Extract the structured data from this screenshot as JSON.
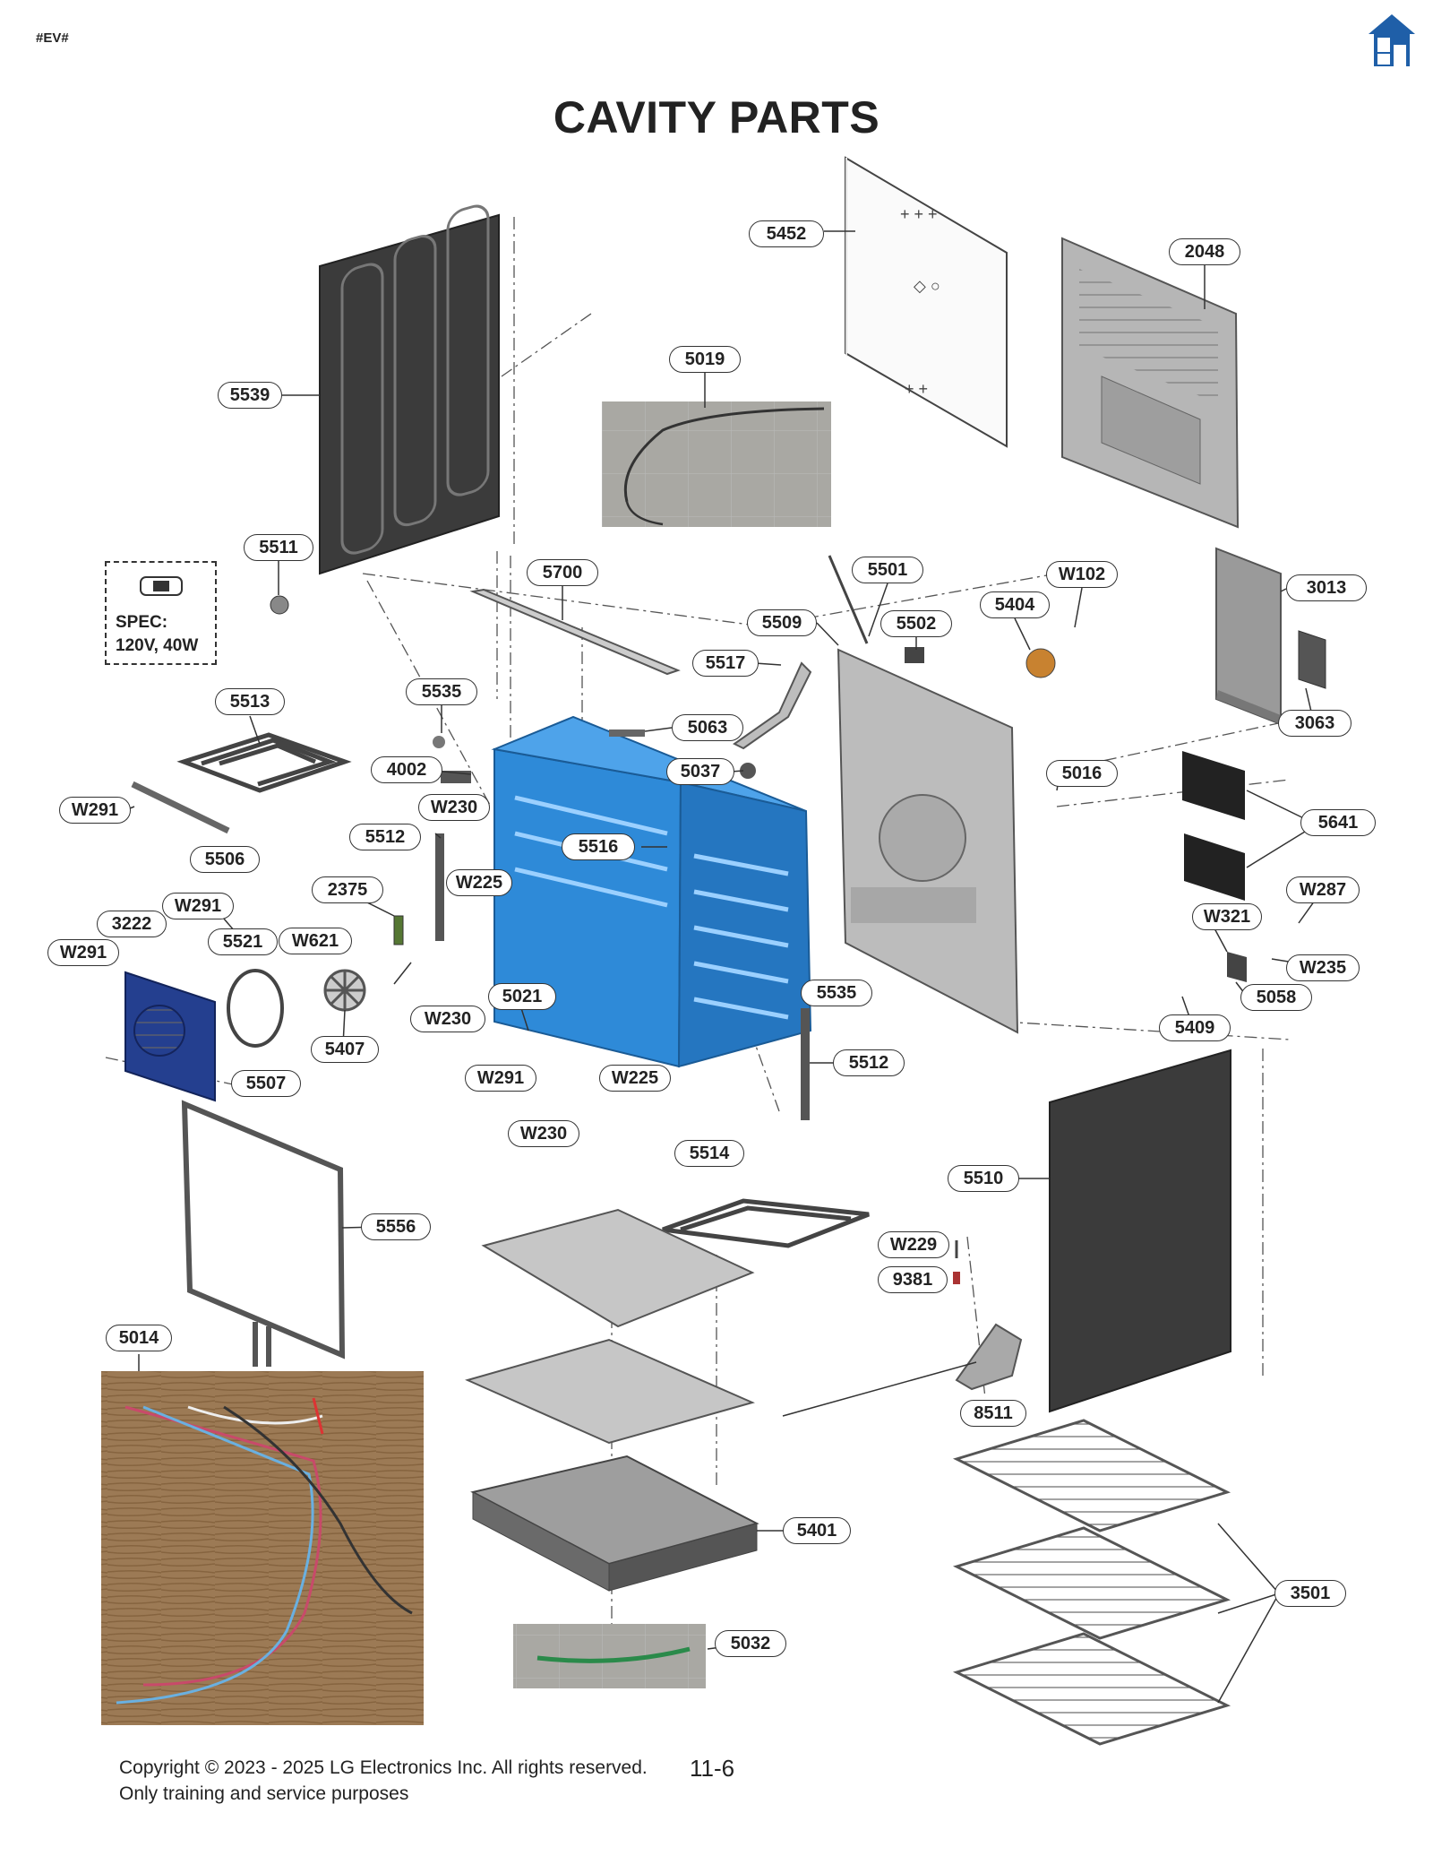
{
  "header": {
    "tag": "#EV#",
    "title": "CAVITY PARTS"
  },
  "home_icon": "home-icon",
  "spec_box": {
    "line1": "SPEC:",
    "line2": "120V, 40W"
  },
  "footer": {
    "copyright": "Copyright © 2023 - 2025 LG Electronics Inc. All rights reserved.",
    "note": "Only training and service purposes",
    "page": "11-6"
  },
  "colors": {
    "cavity_blue": "#2e8ad8",
    "fan_cover_blue": "#243f8f",
    "panel_dark": "#3a3a3a",
    "home_blue": "#1f5fa8"
  },
  "callouts": [
    "5452",
    "2048",
    "5019",
    "5539",
    "5511",
    "5700",
    "5501",
    "W102",
    "5509",
    "5502",
    "5404",
    "3013",
    "5517",
    "5535",
    "5513",
    "5063",
    "3063",
    "4002",
    "5037",
    "5016",
    "W291",
    "W230",
    "5641",
    "5506",
    "5512",
    "5516",
    "W225",
    "2375",
    "W287",
    "W291",
    "3222",
    "W321",
    "5521",
    "W621",
    "W291",
    "W235",
    "5535",
    "5021",
    "5058",
    "W230",
    "5409",
    "5407",
    "5507",
    "5512",
    "W291",
    "W225",
    "W230",
    "5514",
    "5510",
    "5556",
    "W229",
    "9381",
    "5014",
    "8511",
    "5401",
    "3501",
    "5032"
  ]
}
